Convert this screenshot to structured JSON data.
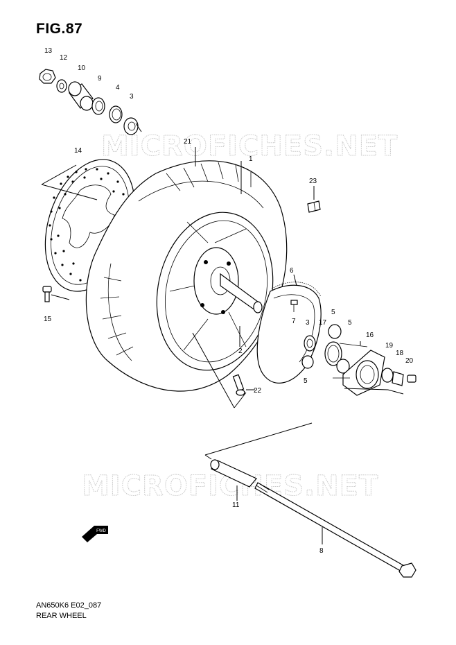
{
  "figure": {
    "title": "FIG.87",
    "code": "AN650K6 E02_087",
    "name": "REAR WHEEL"
  },
  "watermark": {
    "text": "MICROFICHES.NET",
    "color": "#c8c8c8"
  },
  "direction_indicator": {
    "label": "FWD"
  },
  "callouts": {
    "p1": "1",
    "p2": "2",
    "p3a": "3",
    "p3b": "3",
    "p4": "4",
    "p5a": "5",
    "p5b": "5",
    "p5c": "5",
    "p6": "6",
    "p7": "7",
    "p8": "8",
    "p9": "9",
    "p10": "10",
    "p11": "11",
    "p12": "12",
    "p13": "13",
    "p14": "14",
    "p15": "15",
    "p16": "16",
    "p17": "17",
    "p18": "18",
    "p19": "19",
    "p20": "20",
    "p21": "21",
    "p22": "22",
    "p23": "23"
  }
}
